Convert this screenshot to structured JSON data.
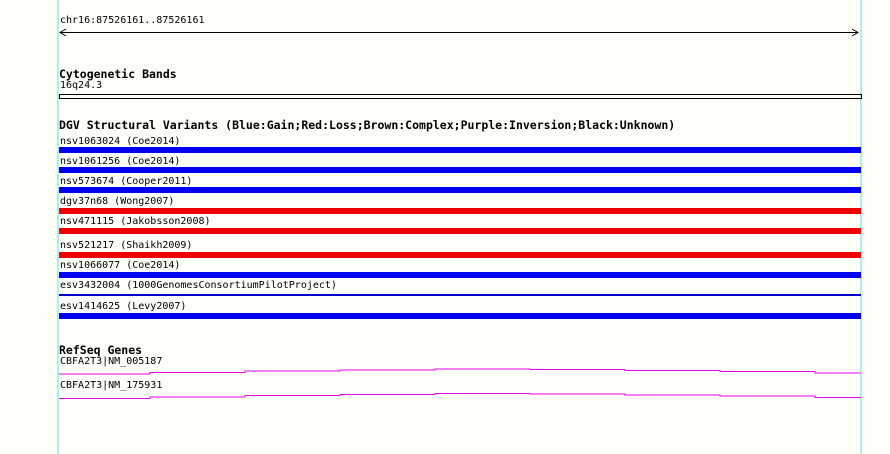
{
  "header": {
    "region_label": "chr16:87526161..87526161"
  },
  "cytogenetic_bands": {
    "title": "Cytogenetic Bands",
    "band_label": "16q24.3"
  },
  "dgv_structural_variants": {
    "title": "DGV Structural Variants (Blue:Gain;Red:Loss;Brown:Complex;Purple:Inversion;Black:Unknown)",
    "legend": {
      "Blue": "Gain",
      "Red": "Loss",
      "Brown": "Complex",
      "Purple": "Inversion",
      "Black": "Unknown"
    },
    "variants": [
      {
        "label": "nsv1063024 (Coe2014)",
        "type": "gain",
        "color": "#0000EE",
        "bar_style": "thick"
      },
      {
        "label": "nsv1061256 (Coe2014)",
        "type": "gain",
        "color": "#0000EE",
        "bar_style": "thick"
      },
      {
        "label": "nsv573674 (Cooper2011)",
        "type": "gain",
        "color": "#0000EE",
        "bar_style": "thick"
      },
      {
        "label": "dgv37n68 (Wong2007)",
        "type": "loss",
        "color": "#EE0000",
        "bar_style": "thick"
      },
      {
        "label": "nsv471115 (Jakobsson2008)",
        "type": "loss",
        "color": "#EE0000",
        "bar_style": "thick"
      },
      {
        "label": "nsv521217 (Shaikh2009)",
        "type": "loss",
        "color": "#EE0000",
        "bar_style": "thick"
      },
      {
        "label": "nsv1066077 (Coe2014)",
        "type": "gain",
        "color": "#0000EE",
        "bar_style": "thick"
      },
      {
        "label": "esv3432004 (1000GenomesConsortiumPilotProject)",
        "type": "gain",
        "color": "#0000CC",
        "bar_style": "thin"
      },
      {
        "label": "esv1414625 (Levy2007)",
        "type": "gain",
        "color": "#0000EE",
        "bar_style": "thick"
      }
    ]
  },
  "refseq_genes": {
    "title": "RefSeq Genes",
    "genes": [
      {
        "label": "CBFA2T3|NM_005187",
        "color": "#EE00EE",
        "line": {
          "x": [
            59,
            150,
            245,
            340,
            435,
            530,
            625,
            720,
            815,
            861
          ],
          "y": [
            374,
            372.5,
            371,
            370,
            369,
            369.5,
            370.5,
            371.5,
            373
          ]
        }
      },
      {
        "label": "CBFA2T3|NM_175931",
        "color": "#EE00EE",
        "line": {
          "x": [
            59,
            150,
            245,
            340,
            435,
            530,
            625,
            720,
            815,
            861
          ],
          "y": [
            398.5,
            397,
            395.5,
            394.5,
            393.5,
            394,
            395,
            396,
            397.5
          ]
        }
      }
    ]
  },
  "colors": {
    "background": "#FCFFF8",
    "guide_line": "#AFEEEE",
    "gain_blue": "#0000EE",
    "loss_red": "#EE0000",
    "gene_magenta": "#EE00EE",
    "ruler_black": "#000000"
  }
}
